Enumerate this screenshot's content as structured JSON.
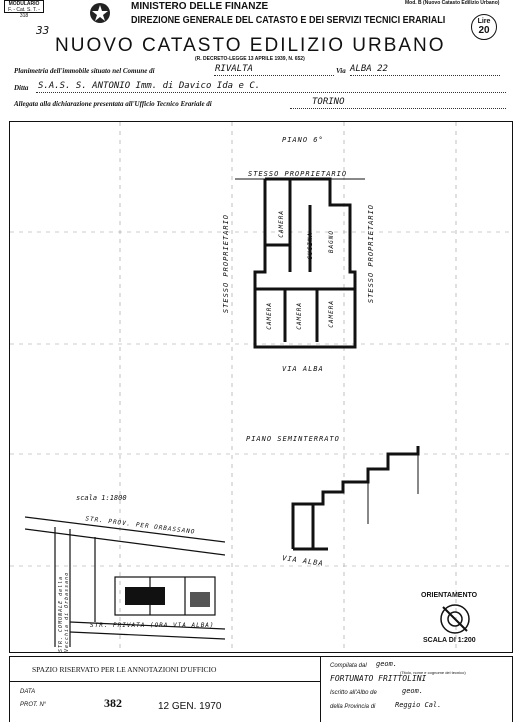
{
  "header": {
    "modulario_line1": "MODULARIO",
    "modulario_line2": "F. - Cat. S. T. - 318",
    "page_number": "33",
    "ministry": "MINISTERO DELLE FINANZE",
    "direction": "DIREZIONE GENERALE DEL CATASTO E DEI SERVIZI TECNICI ERARIALI",
    "title": "NUOVO CATASTO EDILIZIO URBANO",
    "decree": "(R. DECRETO-LEGGE 13 APRILE 1939, N. 652)",
    "model_ref": "Mod. B (Nuovo Catasto Edilizio Urbano)",
    "price_label": "Lire",
    "price_value": "20"
  },
  "form_fields": {
    "plan_label": "Planimetria dell'immobile situato nel Comune di",
    "comune": "RIVALTA",
    "via_label": "Via",
    "via": "ALBA 22",
    "ditta_label": "Ditta",
    "ditta": "S.A.S. S. ANTONIO Imm. di Davico Ida e C.",
    "allegata_label": "Allegata alla dichiarazione presentata all'Ufficio Tecnico Erariale di",
    "ufficio": "TORINO"
  },
  "plan": {
    "floor_label": "PIANO 6°",
    "owner_top": "STESSO PROPRIETARIO",
    "owner_left": "STESSO PROPRIETARIO",
    "owner_right": "STESSO PROPRIETARIO",
    "street": "VIA ALBA",
    "rooms": [
      "CAMERA",
      "CUCINA",
      "BAGNO",
      "CAMERA",
      "CAMERA",
      "CAMERA"
    ],
    "basement_label": "PIANO SEMINTERRATO",
    "basement_street": "VIA ALBA",
    "map_scale": "scala 1:1800",
    "map_street_top": "STR. PROV. PER ORBASSANO",
    "map_street_left": "STR. COMUNALE della Vecchia di Orbassano",
    "map_street_bottom": "STR. PRIVATA (ORA VIA ALBA)",
    "orientation_label": "ORIENTAMENTO",
    "plan_scale": "SCALA DI 1:200"
  },
  "office": {
    "reserved_title": "SPAZIO RISERVATO PER LE ANNOTAZIONI D'UFFICIO",
    "data_label": "DATA",
    "prot_label": "PROT. N°",
    "prot_number": "382",
    "date_stamp": "12 GEN. 1970",
    "compiled_label": "Compilata dal",
    "compiled_title": "geom.",
    "compiled_note": "(Titolo, nome e cognome del tecnico)",
    "compiler": "FORTUNATO FRITTOLINI",
    "albo_label": "Iscritto all'Albo de",
    "albo_value": "geom.",
    "province_label": "della Provincia di",
    "province_value": "Reggio Cal."
  }
}
